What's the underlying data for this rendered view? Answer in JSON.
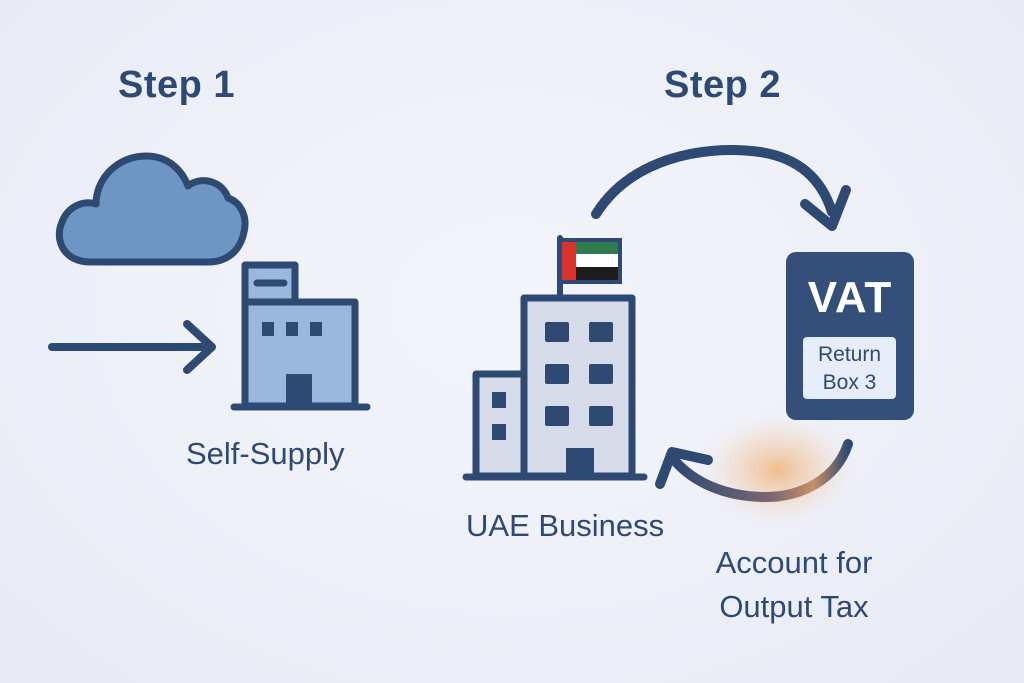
{
  "steps": {
    "step1": "Step 1",
    "step2": "Step 2"
  },
  "labels": {
    "self_supply": "Self-Supply",
    "uae_business": "UAE Business",
    "account_line1": "Account for",
    "account_line2": "Output Tax"
  },
  "vat_document": {
    "title": "VAT",
    "box_line1": "Return",
    "box_line2": "Box 3"
  },
  "icons": [
    "cloud-icon",
    "arrow-right-icon",
    "small-building-icon",
    "office-building-icon",
    "uae-flag-icon",
    "vat-document-icon",
    "curved-arrow-top-icon",
    "curved-arrow-bottom-icon"
  ],
  "colors": {
    "navy": "#2e4a72",
    "cloud_fill": "#6d96c4",
    "building_fill": "#9bb7dc",
    "tower_fill": "#d6dcea",
    "vat_doc": "#34507a",
    "glow": "#e8a56b",
    "flag_green": "#2f7a4f",
    "flag_red": "#d9332b",
    "flag_black": "#1d1d1d"
  }
}
